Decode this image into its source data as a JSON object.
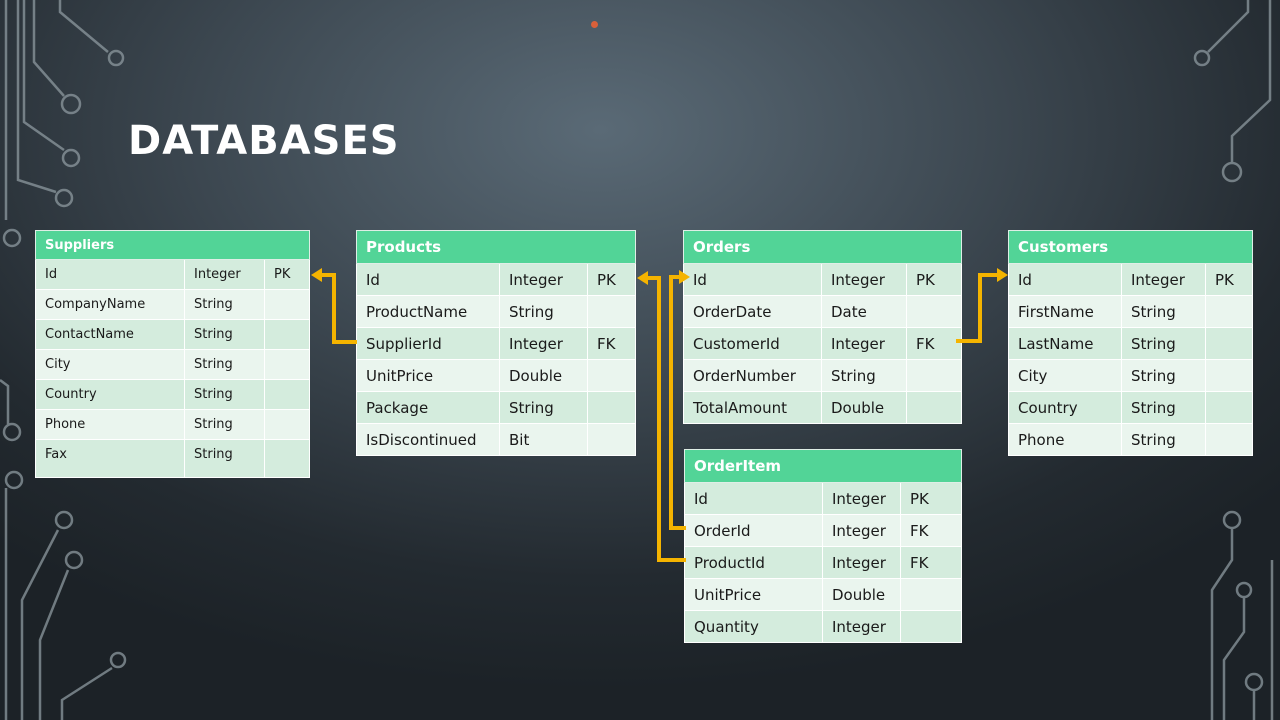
{
  "slide": {
    "title": "DATABASES"
  },
  "colors": {
    "header_bg": "#52d497",
    "row_odd": "#d4ecdd",
    "row_even": "#eaf5ee",
    "connector": "#f5b400",
    "accent_dot": "#d9603a"
  },
  "tables": {
    "suppliers": {
      "name": "Suppliers",
      "rows": [
        [
          "Id",
          "Integer",
          "PK"
        ],
        [
          "CompanyName",
          "String",
          ""
        ],
        [
          "ContactName",
          "String",
          ""
        ],
        [
          "City",
          "String",
          ""
        ],
        [
          "Country",
          "String",
          ""
        ],
        [
          "Phone",
          "String",
          ""
        ],
        [
          "Fax",
          "String",
          ""
        ]
      ]
    },
    "products": {
      "name": "Products",
      "rows": [
        [
          "Id",
          "Integer",
          "PK"
        ],
        [
          "ProductName",
          "String",
          ""
        ],
        [
          "SupplierId",
          "Integer",
          "FK"
        ],
        [
          "UnitPrice",
          "Double",
          ""
        ],
        [
          "Package",
          "String",
          ""
        ],
        [
          "IsDiscontinued",
          "Bit",
          ""
        ]
      ]
    },
    "orders": {
      "name": "Orders",
      "rows": [
        [
          "Id",
          "Integer",
          "PK"
        ],
        [
          "OrderDate",
          "Date",
          ""
        ],
        [
          "CustomerId",
          "Integer",
          "FK"
        ],
        [
          "OrderNumber",
          "String",
          ""
        ],
        [
          "TotalAmount",
          "Double",
          ""
        ]
      ]
    },
    "customers": {
      "name": "Customers",
      "rows": [
        [
          "Id",
          "Integer",
          "PK"
        ],
        [
          "FirstName",
          "String",
          ""
        ],
        [
          "LastName",
          "String",
          ""
        ],
        [
          "City",
          "String",
          ""
        ],
        [
          "Country",
          "String",
          ""
        ],
        [
          "Phone",
          "String",
          ""
        ]
      ]
    },
    "orderitem": {
      "name": "OrderItem",
      "rows": [
        [
          "Id",
          "Integer",
          "PK"
        ],
        [
          "OrderId",
          "Integer",
          "FK"
        ],
        [
          "ProductId",
          "Integer",
          "FK"
        ],
        [
          "UnitPrice",
          "Double",
          ""
        ],
        [
          "Quantity",
          "Integer",
          ""
        ]
      ]
    }
  }
}
